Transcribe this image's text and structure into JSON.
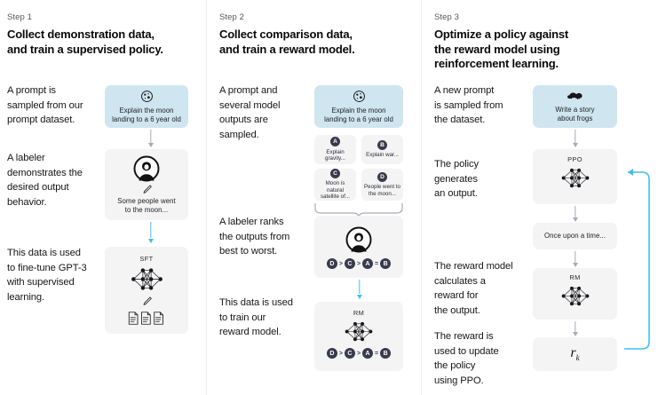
{
  "diagram": {
    "title": "RLHF three-step training diagram",
    "accent_blue": "#3ec0ef",
    "prompt_box_color": "#cfe5ef",
    "box_color": "#f4f4f5",
    "badge_color": "#383b4d",
    "arrow_color": "#a9abb6"
  },
  "columns": [
    {
      "step_label": "Step 1",
      "title": "Collect demonstration data, and train a supervised policy.",
      "title_lines": [
        "Collect demonstration data,",
        "and train a supervised policy."
      ],
      "descriptions": [
        {
          "lines": [
            "A prompt is",
            "sampled from our",
            "prompt dataset."
          ]
        },
        {
          "lines": [
            "A labeler",
            "demonstrates the",
            "desired output",
            "behavior."
          ]
        },
        {
          "lines": [
            "This data is used",
            "to fine-tune GPT-3",
            "with supervised",
            "learning."
          ]
        }
      ],
      "nodes": [
        {
          "name": "prompt",
          "icon": "moon-icon",
          "caption_lines": [
            "Explain the moon",
            "landing to a 6 year old"
          ]
        },
        {
          "name": "labeler-demonstration",
          "icon": "labeler-face-icon",
          "sub_icon": "pencil-icon",
          "caption_lines": [
            "Some people went",
            "to the moon..."
          ]
        },
        {
          "name": "sft-model",
          "tag": "SFT",
          "icon": "neural-net-icon",
          "sub_icon": "pencil-icon",
          "extra_icon": "documents-icon"
        }
      ]
    },
    {
      "step_label": "Step 2",
      "title": "Collect comparison data, and train a reward model.",
      "title_lines": [
        "Collect comparison data,",
        "and train a reward model."
      ],
      "descriptions": [
        {
          "lines": [
            "A prompt and",
            "several model",
            "outputs are",
            "sampled."
          ]
        },
        {
          "lines": [
            "A labeler ranks",
            "the outputs from",
            "best to worst."
          ]
        },
        {
          "lines": [
            "This data is used",
            "to train our",
            "reward model."
          ]
        }
      ],
      "nodes": [
        {
          "name": "prompt",
          "icon": "moon-icon",
          "caption_lines": [
            "Explain the moon",
            "landing to a 6 year old"
          ]
        }
      ],
      "options": [
        {
          "badge": "A",
          "caption": "Explain gravity..."
        },
        {
          "badge": "B",
          "caption": "Explain war..."
        },
        {
          "badge": "C",
          "caption_lines": [
            "Moon is natural",
            "satellite of..."
          ]
        },
        {
          "badge": "D",
          "caption_lines": [
            "People went to",
            "the moon..."
          ]
        }
      ],
      "ranking": [
        "D",
        ">",
        "C",
        ">",
        "A",
        "=",
        "B"
      ],
      "reward_model": {
        "tag": "RM",
        "icon": "neural-net-icon"
      }
    },
    {
      "step_label": "Step 3",
      "title": "Optimize a policy against the reward model using reinforcement learning.",
      "title_lines": [
        "Optimize a policy against",
        "the reward model using",
        "reinforcement learning."
      ],
      "descriptions": [
        {
          "lines": [
            "A new prompt",
            "is sampled from",
            "the dataset."
          ]
        },
        {
          "lines": [
            "The policy",
            "generates",
            "an output."
          ]
        },
        {
          "lines": [
            "The reward model",
            "calculates a",
            "reward for",
            "the output."
          ]
        },
        {
          "lines": [
            "The reward is",
            "used to update",
            "the policy",
            "using PPO."
          ]
        }
      ],
      "nodes": [
        {
          "name": "prompt",
          "icon": "frog-icon",
          "caption_lines": [
            "Write a story",
            "about frogs"
          ]
        },
        {
          "name": "ppo-policy",
          "tag": "PPO",
          "icon": "neural-net-icon"
        },
        {
          "name": "generated-output",
          "caption_lines": [
            "Once upon a time..."
          ]
        },
        {
          "name": "reward-model",
          "tag": "RM",
          "icon": "neural-net-icon"
        },
        {
          "name": "reward-value",
          "symbol": "r",
          "subscript": "k"
        }
      ]
    }
  ]
}
